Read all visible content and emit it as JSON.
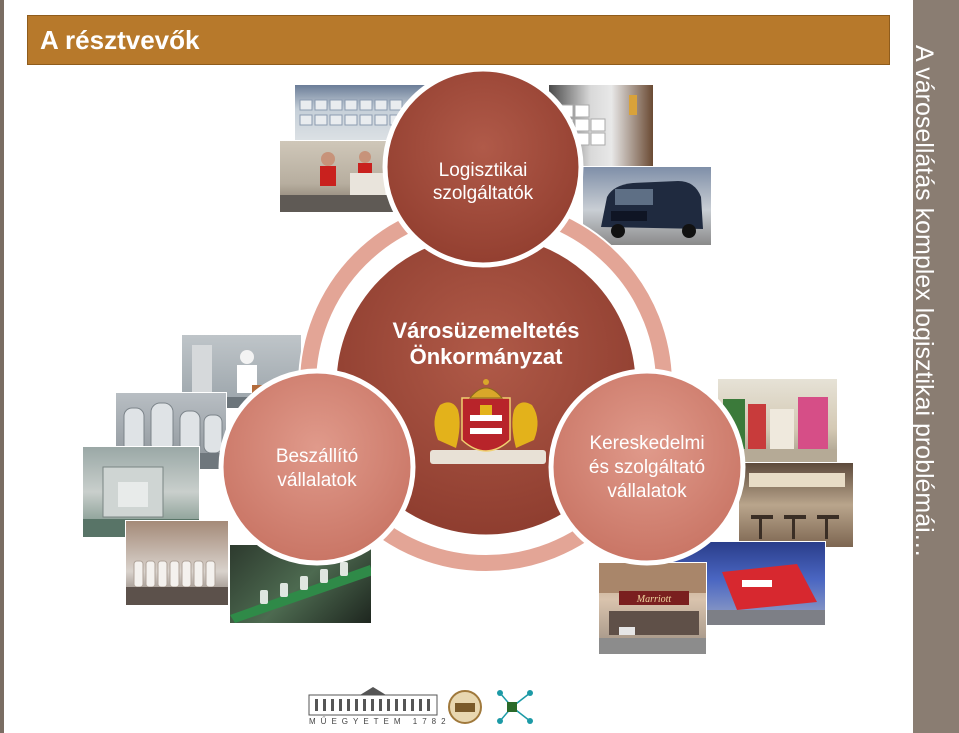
{
  "header": {
    "title": "A résztvevők"
  },
  "sidebar": {
    "text": "A városellátás komplex logisztikai problémái…"
  },
  "diagram": {
    "center": {
      "line1": "Városüzemeltetés",
      "line2": "Önkormányzat"
    },
    "nodes": [
      {
        "id": "logistics",
        "line1": "Logisztikai",
        "line2": "szolgáltatók"
      },
      {
        "id": "suppliers",
        "line1": "Beszállító",
        "line2": "vállalatok"
      },
      {
        "id": "commerce",
        "line1": "Kereskedelmi",
        "line2": "és szolgáltató",
        "line3": "vállalatok"
      }
    ],
    "photo_labels": {
      "marriott": "Marriott"
    }
  },
  "footer": {
    "university": "MŰEGYETEM 1782"
  },
  "colors": {
    "header": "#b7792b",
    "sidebar": "#8a7d72",
    "center_circle": "#a14a3a",
    "node_dark": "#a04c3c",
    "node_light": "#d58878",
    "ring": "#e3a596"
  }
}
